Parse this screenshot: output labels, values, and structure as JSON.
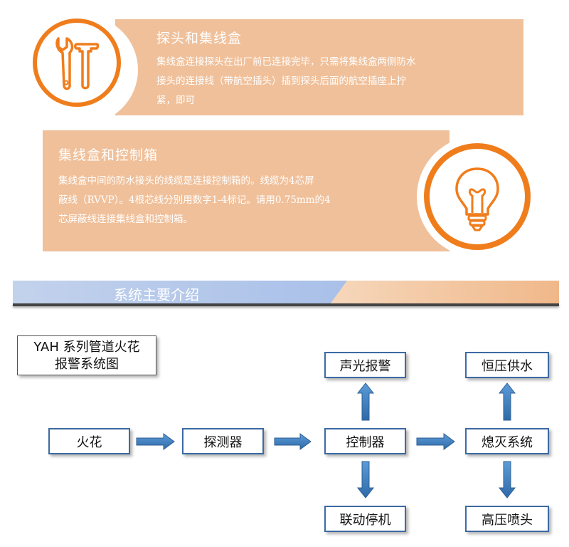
{
  "colors": {
    "card_bg": "#f0c09a",
    "accent_orange": "#f07d1c",
    "node_border": "#3c6aa3",
    "arrow_blue": "#3a7cc0"
  },
  "card1": {
    "title": "探头和集线盒",
    "lines": [
      "集线盒连接探头在出厂前已连接完毕，只需将集线盒两侧防水",
      "接头的连接线（带航空插头）插到探头后面的航空插座上拧",
      "紧，即可"
    ],
    "icon": "tools-icon"
  },
  "card2": {
    "title": "集线盒和控制箱",
    "lines": [
      "集线盒中间的防水接头的线缆是连接控制箱的。线缆为4芯屏",
      "蔽线（RVVP）。4根芯线分别用数字1-4标记。请用0.75mm的4",
      "芯屏蔽线连接集线盒和控制箱。"
    ],
    "icon": "lightbulb-icon"
  },
  "section": {
    "title": "系统主要介绍"
  },
  "diagram": {
    "legend_lines": [
      "YAH 系列管道火花",
      "报警系统图"
    ],
    "nodes": {
      "spark": "火花",
      "detector": "探测器",
      "controller": "控制器",
      "extinguish": "熄灭系统",
      "sound_light": "声光报警",
      "linkage_stop": "联动停机",
      "water_supply": "恒压供水",
      "spray_head": "高压喷头"
    }
  }
}
